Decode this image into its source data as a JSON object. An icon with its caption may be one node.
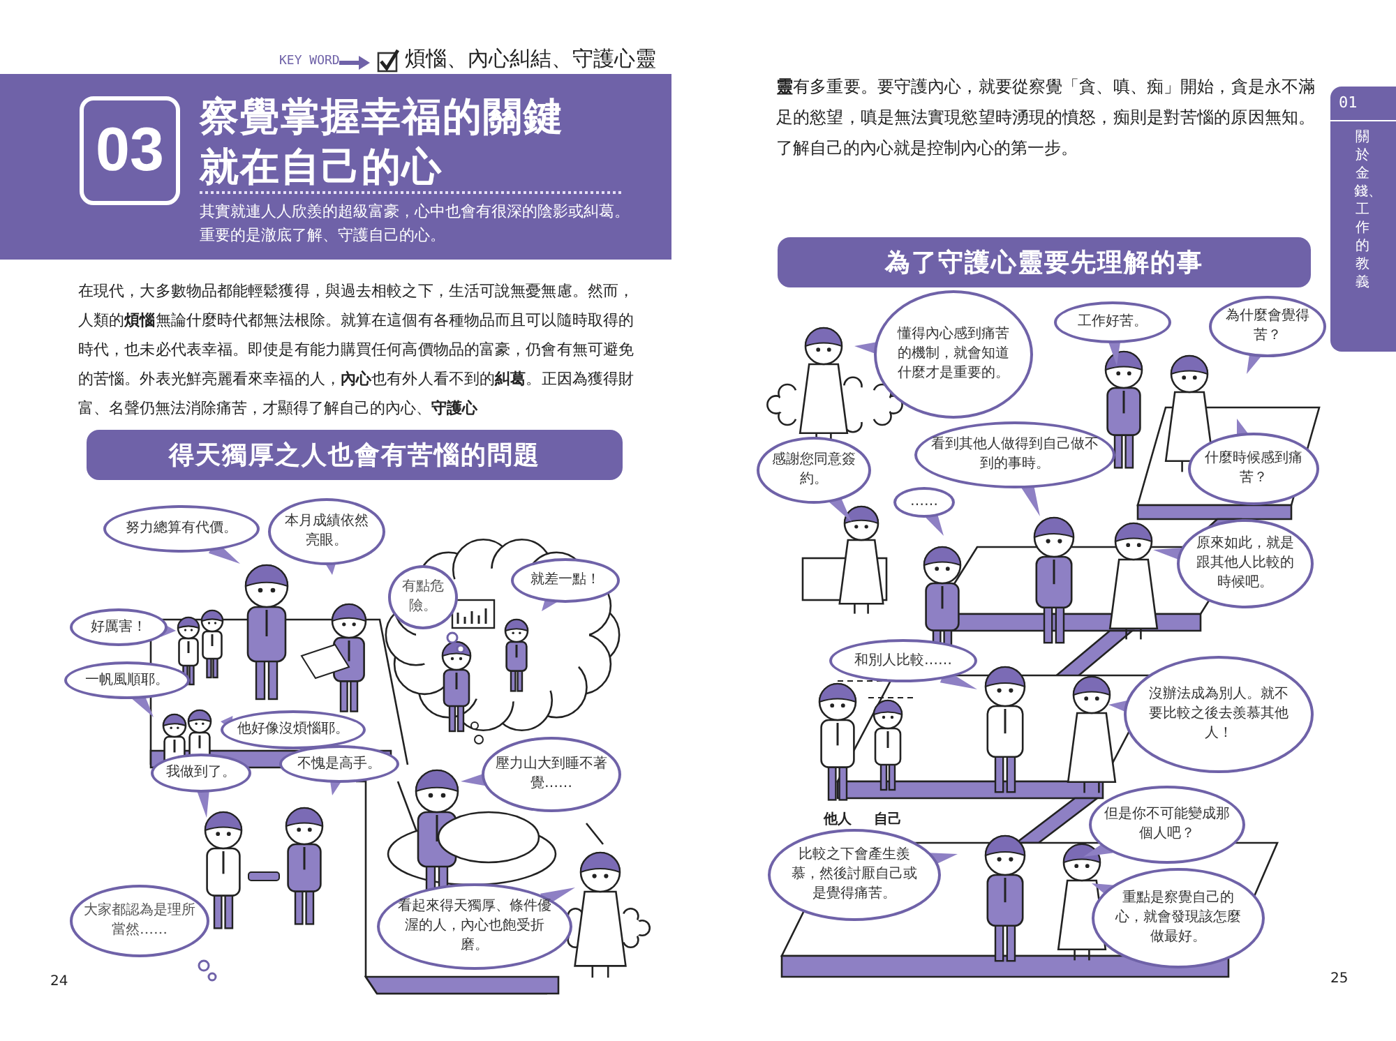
{
  "diagram": {
    "title": "察覺掌握幸福的關鍵就在自己的心",
    "nodes": [
      {
        "text": [
          "03"
        ]
      },
      {
        "text": [
          "得天獨厚之人也會有苦惱的問題"
        ]
      },
      {
        "text": [
          "為了守護心靈要先理解的事"
        ]
      },
      {
        "text": [
          "努力總算有代價。"
        ]
      },
      {
        "text": [
          "本月成績依然亮眼。"
        ]
      },
      {
        "text": [
          "有點危險。"
        ]
      },
      {
        "text": [
          "就差一點！"
        ]
      },
      {
        "text": [
          "好厲害！"
        ]
      },
      {
        "text": [
          "一帆風順耶。"
        ]
      },
      {
        "text": [
          "他好像沒煩惱耶。"
        ]
      },
      {
        "text": [
          "我做到了。"
        ]
      },
      {
        "text": [
          "不愧是高手。"
        ]
      },
      {
        "text": [
          "壓力山大到睡不著覺……"
        ]
      },
      {
        "text": [
          "大家都認為是理所當然……"
        ]
      },
      {
        "text": [
          "看起來得天獨厚、條件優渥的人，內心也飽受折磨。"
        ]
      },
      {
        "text": [
          "懂得內心感到痛苦的機制，就會知道什麼才是重要的。"
        ]
      },
      {
        "text": [
          "工作好苦。"
        ]
      },
      {
        "text": [
          "為什麼會覺得苦？"
        ]
      },
      {
        "text": [
          "感謝您同意簽約。"
        ]
      },
      {
        "text": [
          "……"
        ]
      },
      {
        "text": [
          "看到其他人做得到自己做不到的事時。"
        ]
      },
      {
        "text": [
          "什麼時候感到痛苦？"
        ]
      },
      {
        "text": [
          "原來如此，就是跟其他人比較的時候吧。"
        ]
      },
      {
        "text": [
          "和別人比較……"
        ]
      },
      {
        "text": [
          "沒辦法成為別人。就不要比較之後去羨慕其他人！"
        ]
      },
      {
        "text": [
          "但是你不可能變成那個人吧？"
        ]
      },
      {
        "text": [
          "比較之下會產生羨慕，然後討厭自己或是覺得痛苦。"
        ]
      },
      {
        "text": [
          "重點是察覺自己的心，就會發現該怎麼做最好。"
        ]
      }
    ],
    "labels": [
      "KEY WORD",
      "煩惱、內心糾結、守護心靈",
      "其實就連人人欣羨的超級富豪，心中也會有很深的陰影或糾葛。重要的是澈底了解、守護自己的心。",
      "在現代，大多數物品都能輕鬆獲得，與過去相較之下，生活可說無憂無慮。然而，人類的**煩惱**無論什麼時代都無法根除。就算在這個有各種物品而且可以隨時取得的時代，也未必代表幸福。即使是有能力購買任何高價物品的富豪，仍會有無可避免的苦惱。外表光鮮亮麗看來幸福的人，**內心**也有外人看不到的**糾葛**。正因為獲得財富、名聲仍無法消除痛苦，才顯得了解自己的內心、**守護心**",
      "24",
      "**靈**有多重要。要守護內心，就要從察覺「貪、嗔、痴」開始，貪是永不滿足的慾望，嗔是無法實現慾望時湧現的憤怒，痴則是對苦惱的原因無知。了解自己的內心就是控制內心的第一步。",
      "01",
      "關於金錢、工作的教義",
      "他人",
      "自己",
      "25"
    ]
  }
}
